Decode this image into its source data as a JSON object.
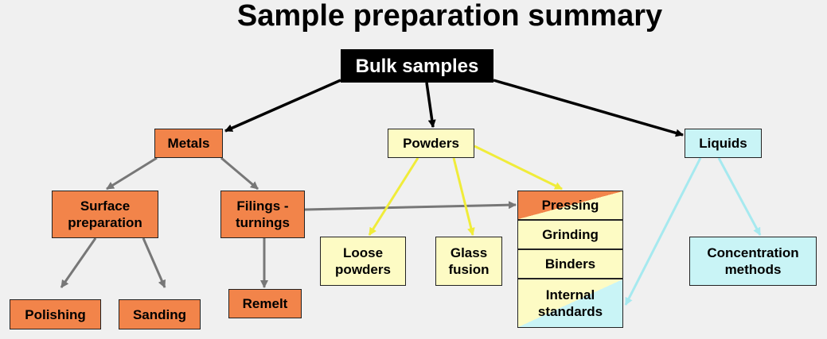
{
  "title": "Sample preparation summary",
  "nodes": {
    "bulk_samples": "Bulk samples",
    "metals": "Metals",
    "powders": "Powders",
    "liquids": "Liquids",
    "surface_preparation": [
      "Surface",
      "preparation"
    ],
    "filings_turnings": [
      "Filings -",
      "turnings"
    ],
    "loose_powders": [
      "Loose",
      "powders"
    ],
    "glass_fusion": [
      "Glass",
      "fusion"
    ],
    "concentration_methods": [
      "Concentration",
      "methods"
    ],
    "polishing": "Polishing",
    "sanding": "Sanding",
    "remelt": "Remelt",
    "pressing": "Pressing",
    "grinding": "Grinding",
    "binders": "Binders",
    "internal_standards": [
      "Internal",
      "standards"
    ]
  },
  "colors": {
    "metals_branch": "#f2844a",
    "powders_branch": "#fdfbc4",
    "liquids_branch": "#c9f4f6",
    "root": "#000000",
    "arrow_black": "#000000",
    "arrow_grey": "#777777",
    "arrow_yellow": "#f0ec3a",
    "arrow_cyan": "#a6e9ef"
  }
}
